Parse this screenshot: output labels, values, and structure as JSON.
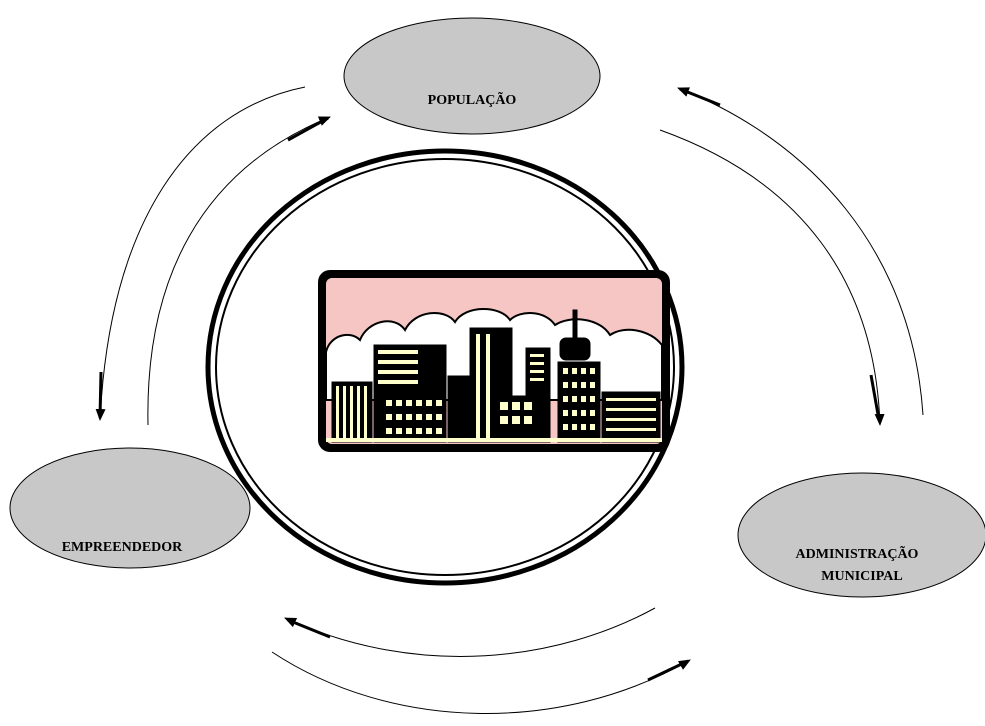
{
  "nodes": {
    "populacao": {
      "label": "POPULAÇÃO"
    },
    "empreendedor": {
      "label": "EMPREENDEDOR"
    },
    "administracao": {
      "label_line1": "ADMINISTRAÇÃO",
      "label_line2": "MUNICIPAL"
    }
  },
  "center": {
    "icon": "city-skyline-icon"
  },
  "colors": {
    "node_fill": "#c8c8c8",
    "stroke": "#000000",
    "sky": "#f5c6c3",
    "building_highlight": "#ffffcc"
  }
}
